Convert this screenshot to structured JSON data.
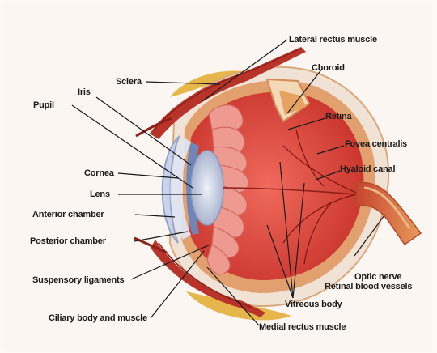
{
  "labels": {
    "lateral_rectus_muscle": "Lateral rectus muscle",
    "choroid": "Choroid",
    "sclera": "Sclera",
    "iris": "Iris",
    "pupil": "Pupil",
    "retina": "Retina",
    "fovea_centralis": "Fovea centralis",
    "hyaloid_canal": "Hyaloid canal",
    "cornea": "Cornea",
    "lens": "Lens",
    "anterior_chamber": "Anterior chamber",
    "posterior_chamber": "Posterior chamber",
    "suspensory_ligaments": "Suspensory ligaments",
    "optic_nerve": "Optic nerve",
    "retinal_blood_vessels": "Retinal blood vessels",
    "vitreous_body": "Vitreous body",
    "ciliary_body_and_muscle": "Ciliary body and muscle",
    "medial_rectus_muscle": "Medial rectus muscle"
  },
  "colors": {
    "sclera": "#f2e6dc",
    "choroid": "#e8b48a",
    "retina": "#c9302c",
    "vitreous": "#e04a40",
    "muscle": "#b8342a",
    "fat": "#e9c24a",
    "cornea": "#c9d3ec",
    "lens": "#cfd6e6",
    "leader_line": "#1a1a1a"
  }
}
